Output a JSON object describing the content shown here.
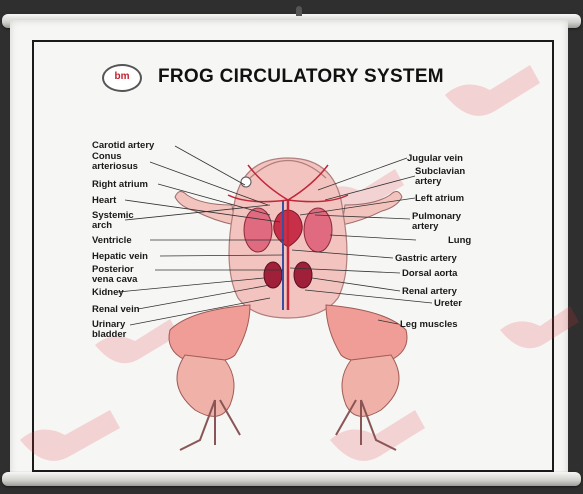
{
  "chart": {
    "title": "FROG CIRCULATORY SYSTEM",
    "logo_text": "bm"
  },
  "labels": {
    "left": [
      "Carotid artery",
      "Conus\narteriosus",
      "Right atrium",
      "Heart",
      "Systemic\narch",
      "Ventricle",
      "Hepatic vein",
      "Posterior\nvena cava",
      "Kidney",
      "Renal vein",
      "Urinary\nbladder"
    ],
    "right": [
      "Jugular vein",
      "Subclavian\nartery",
      "Left atrium",
      "Pulmonary\nartery",
      "Lung",
      "Gastric artery",
      "Dorsal aorta",
      "Renal artery",
      "Ureter",
      "Leg muscles"
    ]
  },
  "colors": {
    "frame": "#1a1a1a",
    "skin": "#f2b8b4",
    "artery": "#c0283a",
    "vein": "#3a4fa0",
    "watermark": "#e8343f"
  }
}
